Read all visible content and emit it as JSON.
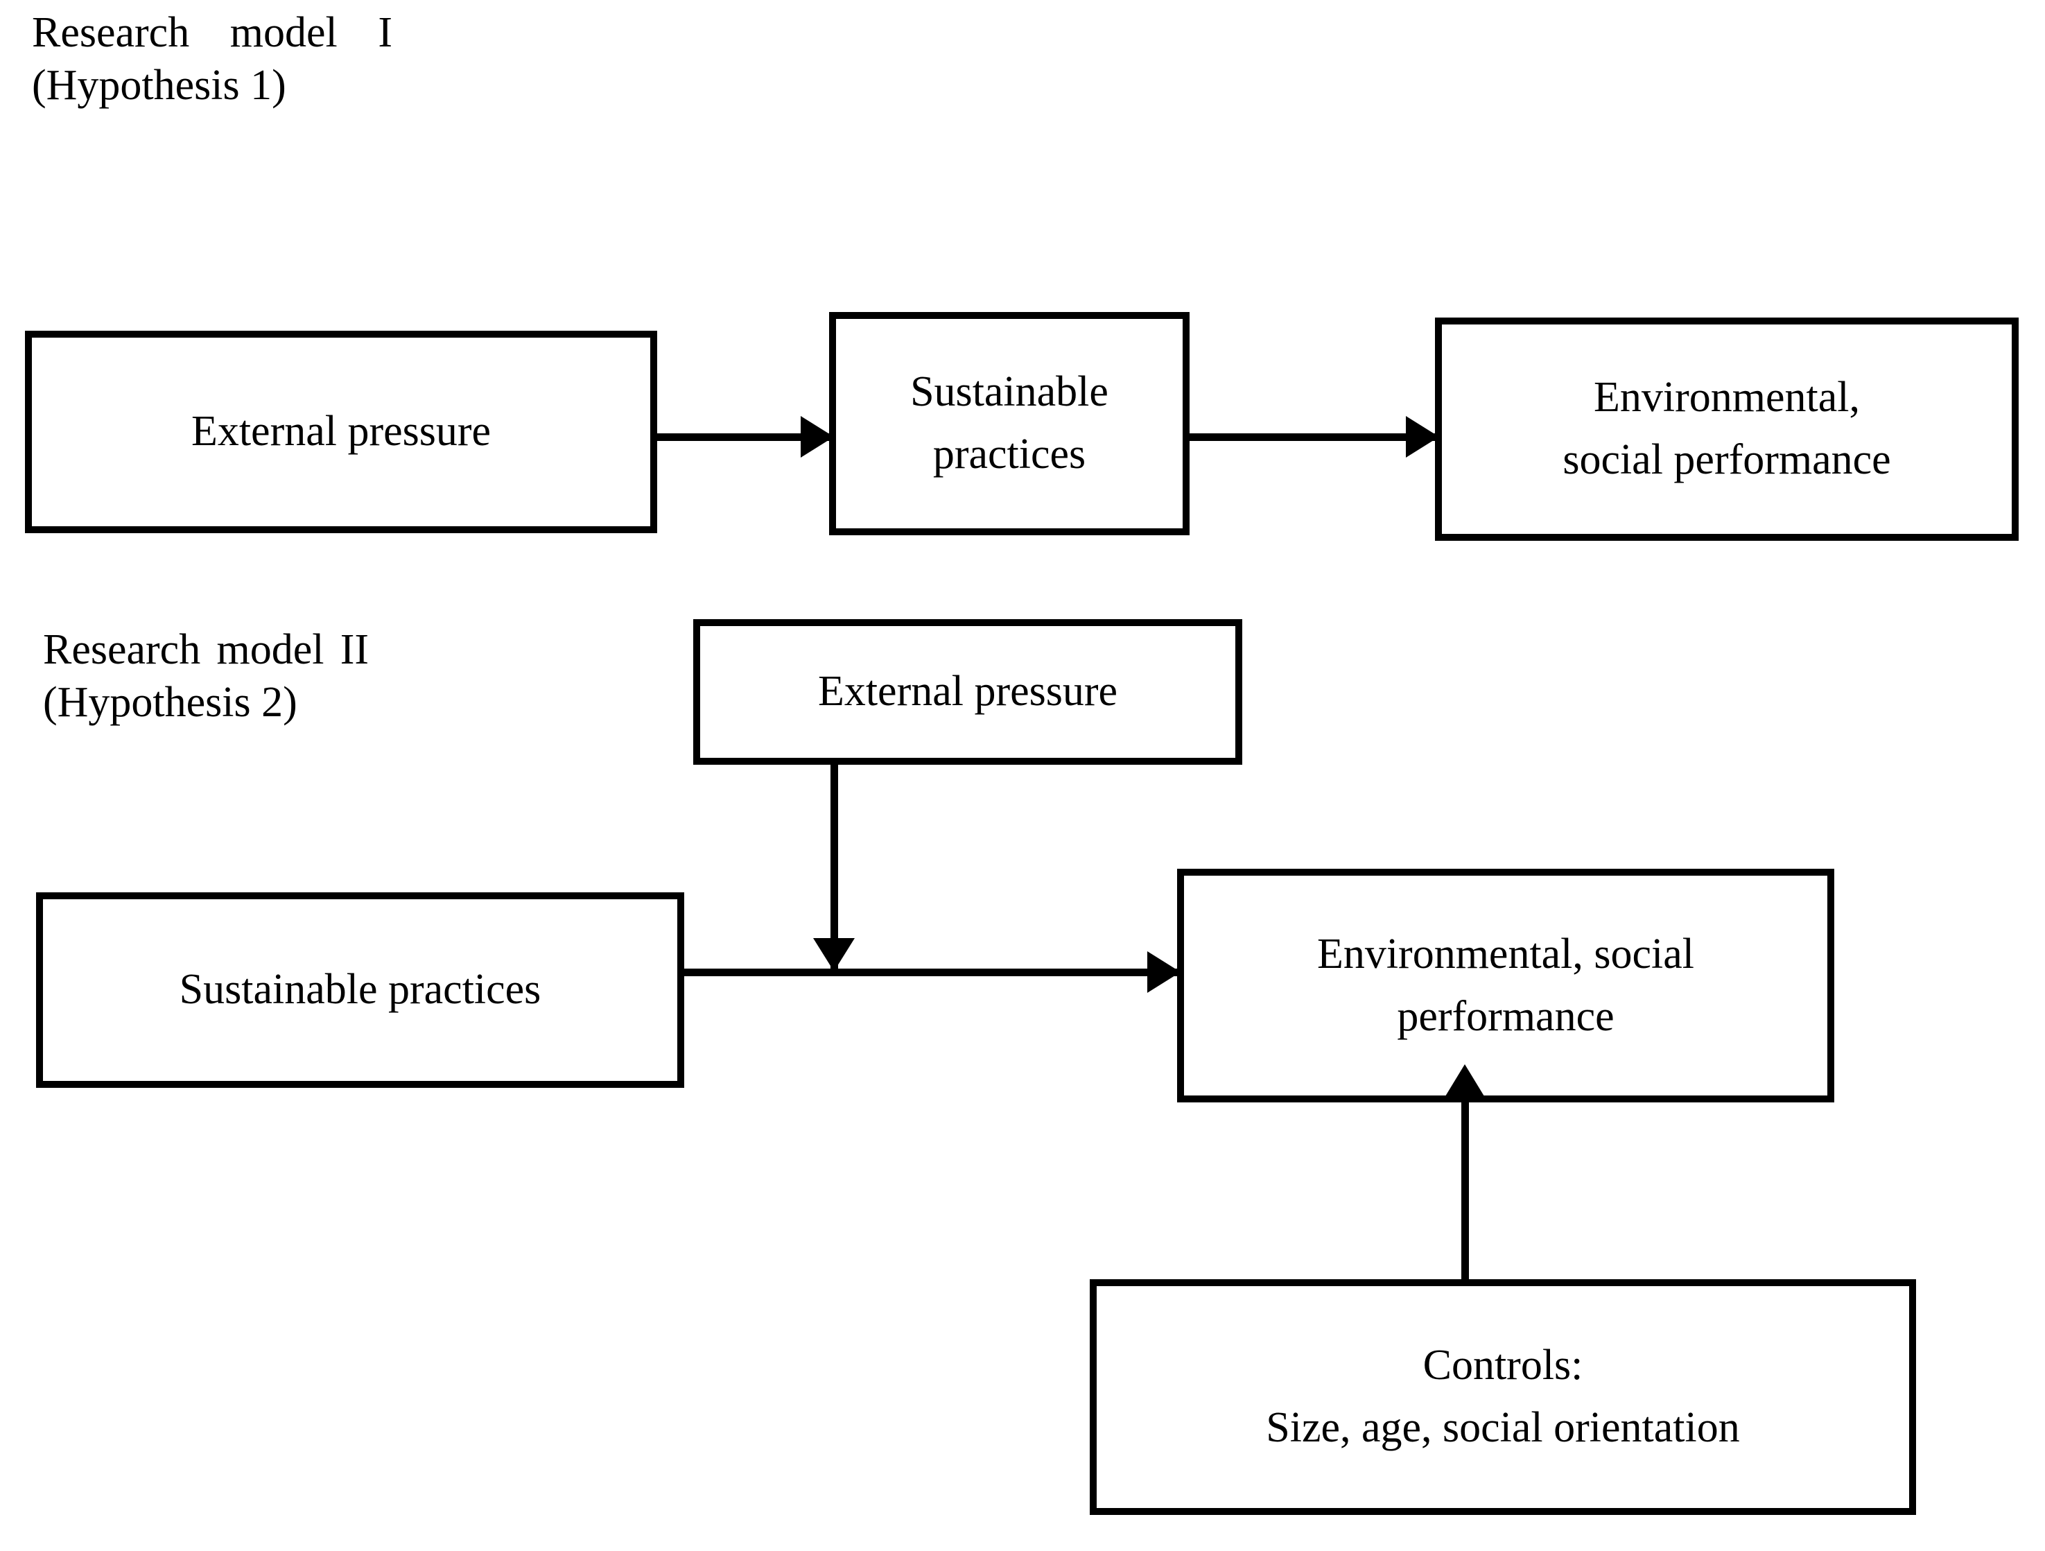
{
  "diagram": {
    "title_model_1_line1": "Research model I",
    "title_model_1_line2": "(Hypothesis 1)",
    "title_model_2_line1": "Research model II",
    "title_model_2_line2": "(Hypothesis 2)",
    "colors": {
      "background": "#ffffff",
      "stroke": "#000000",
      "text": "#000000"
    },
    "model_1": {
      "nodes": {
        "external_pressure": "External pressure",
        "sustainable_practices_line1": "Sustainable",
        "sustainable_practices_line2": "practices",
        "environmental_social_performance_line1": "Environmental,",
        "environmental_social_performance_line2": "social performance"
      }
    },
    "model_2": {
      "nodes": {
        "external_pressure": "External pressure",
        "sustainable_practices": "Sustainable practices",
        "environmental_social_performance_line1": "Environmental, social",
        "environmental_social_performance_line2": "performance",
        "controls_line1": "Controls:",
        "controls_line2": "Size, age, social orientation"
      }
    }
  }
}
